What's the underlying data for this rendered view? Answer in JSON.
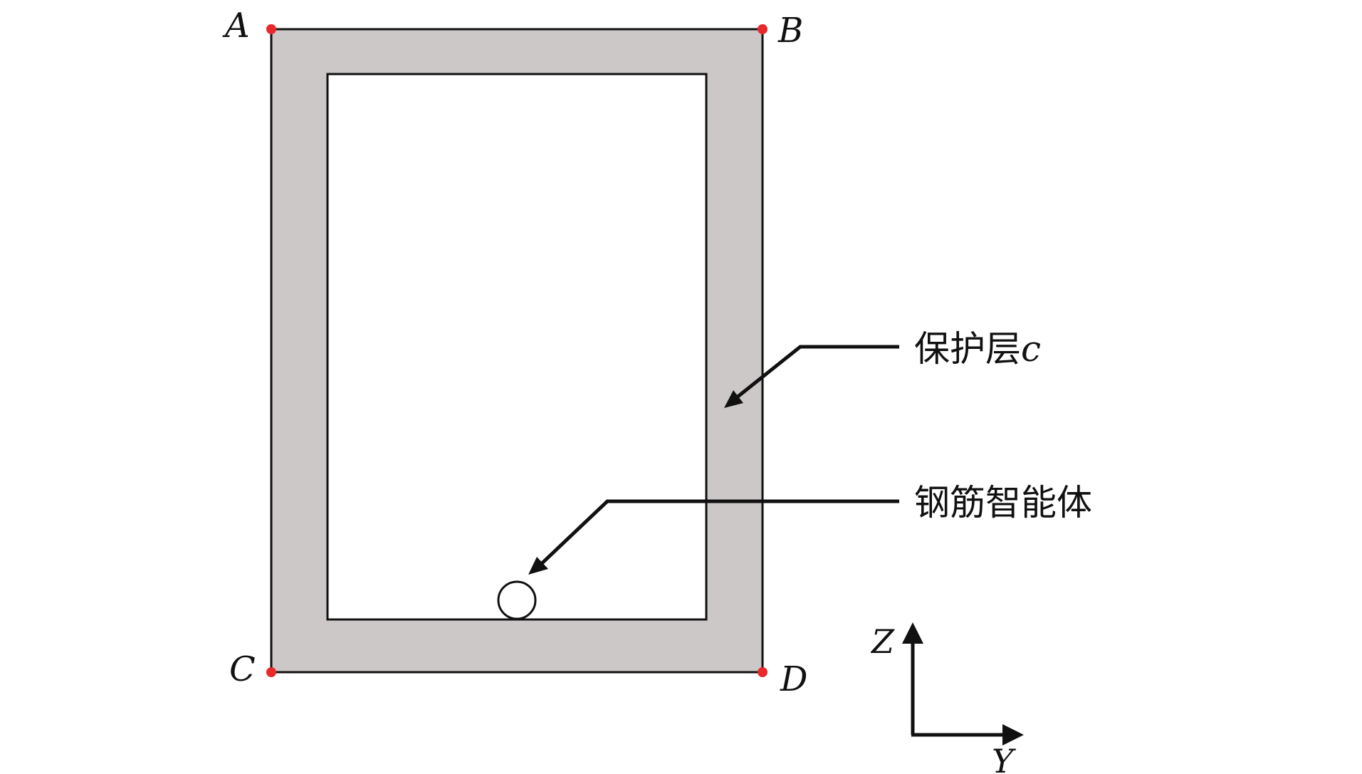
{
  "corners": {
    "A": "A",
    "B": "B",
    "C": "C",
    "D": "D"
  },
  "callouts": {
    "cover": {
      "label": "保护层",
      "variable": "c"
    },
    "rebar": {
      "label": "钢筋智能体"
    }
  },
  "axes": {
    "vertical": "Z",
    "horizontal": "Y"
  },
  "colors": {
    "cover_fill": "#cdc8c8",
    "stroke": "#111111",
    "corner_dot": "#e8282b",
    "background": "#ffffff"
  }
}
